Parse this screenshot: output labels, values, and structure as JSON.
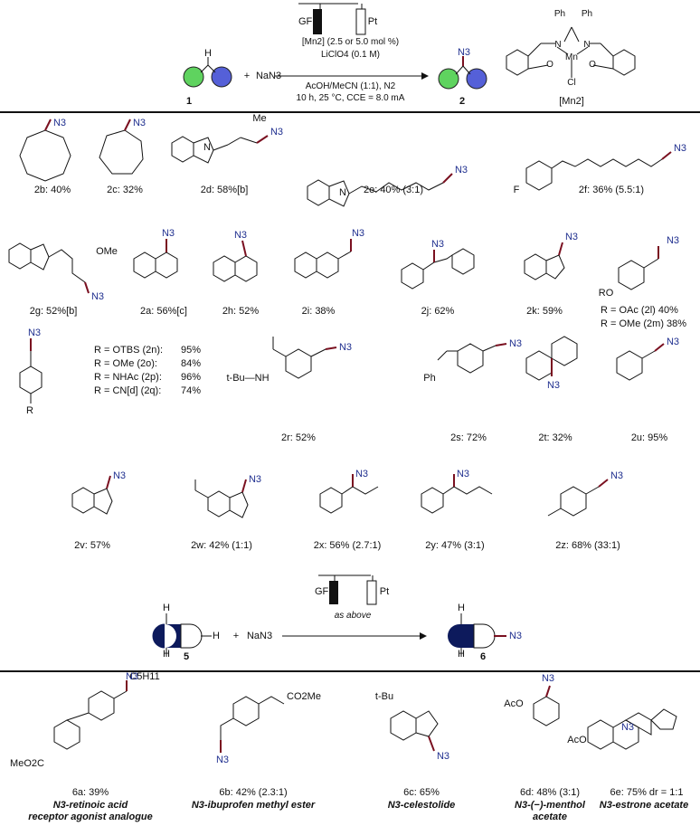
{
  "scheme1": {
    "electrodes": {
      "anode": "GF",
      "cathode": "Pt"
    },
    "cond1": "[Mn2] (2.5 or 5.0 mol %)",
    "cond2": "LiClO4 (0.1 M)",
    "cond3": "AcOH/MeCN (1:1), N2",
    "cond4": "10 h, 25 °C, CCE = 8.0 mA",
    "reagent": "NaN3",
    "plus": "+",
    "sm_label": "1",
    "prod_label": "2",
    "catalyst_label": "[Mn2]",
    "catalyst_atoms": {
      "ph1": "Ph",
      "ph2": "Ph",
      "n1": "N",
      "n2": "N",
      "mn": "Mn",
      "o1": "O",
      "o2": "O",
      "cl": "Cl"
    }
  },
  "products": [
    {
      "id": "2b",
      "text": "2b: 40%"
    },
    {
      "id": "2c",
      "text": "2c: 32%"
    },
    {
      "id": "2d",
      "text": "2d: 58%[b]"
    },
    {
      "id": "2e",
      "text": "2e: 40% (3:1)"
    },
    {
      "id": "2f",
      "text": "2f: 36% (5.5:1)"
    },
    {
      "id": "2g",
      "text": "2g: 52%[b]"
    },
    {
      "id": "2a",
      "text": "2a: 56%[c]"
    },
    {
      "id": "2h",
      "text": "2h: 52%"
    },
    {
      "id": "2i",
      "text": "2i: 38%"
    },
    {
      "id": "2j",
      "text": "2j: 62%"
    },
    {
      "id": "2k",
      "text": "2k: 59%"
    },
    {
      "id": "2r",
      "text": "2r: 52%"
    },
    {
      "id": "2s",
      "text": "2s: 72%"
    },
    {
      "id": "2t",
      "text": "2t: 32%"
    },
    {
      "id": "2u",
      "text": "2u: 95%"
    },
    {
      "id": "2v",
      "text": "2v: 57%"
    },
    {
      "id": "2w",
      "text": "2w: 42% (1:1)"
    },
    {
      "id": "2x",
      "text": "2x: 56% (2.7:1)"
    },
    {
      "id": "2y",
      "text": "2y: 47% (3:1)"
    },
    {
      "id": "2z",
      "text": "2z: 68% (33:1)"
    }
  ],
  "r_groups_lm": [
    "R = OAc (2l)  40%",
    "R = OMe (2m) 38%"
  ],
  "r_groups_nq": [
    {
      "r": "R = OTBS (2n):",
      "y": "95%"
    },
    {
      "r": "R = OMe (2o):",
      "y": "84%"
    },
    {
      "r": "R = NHAc (2p):",
      "y": "96%"
    },
    {
      "r": "R = CN[d] (2q):",
      "y": "74%"
    }
  ],
  "scheme2": {
    "electrodes": {
      "anode": "GF",
      "cathode": "Pt"
    },
    "cond": "as above",
    "reagent": "NaN3",
    "plus": "+",
    "sm_label": "5",
    "prod_label": "6"
  },
  "late_stage": [
    {
      "id": "6a",
      "text": "6a: 39%",
      "name1": "N3-retinoic acid",
      "name2": "receptor agonist analogue"
    },
    {
      "id": "6b",
      "text": "6b: 42% (2.3:1)",
      "name1": "N3-ibuprofen methyl ester",
      "name2": ""
    },
    {
      "id": "6c",
      "text": "6c: 65%",
      "name1": "N3-celestolide",
      "name2": ""
    },
    {
      "id": "6d",
      "text": "6d: 48% (3:1)",
      "name1": "N3-(−)-menthol",
      "name2": "acetate"
    },
    {
      "id": "6e",
      "text": "6e: 75% dr = 1:1",
      "name1": "N3-estrone acetate",
      "name2": ""
    }
  ],
  "atom_labels": {
    "n3": "N3",
    "me": "Me",
    "h": "H",
    "o": "O",
    "n": "N",
    "f": "F",
    "ome": "OMe",
    "ro": "RO",
    "r": "R",
    "tbu_nh": "t-Bu—NH",
    "ph": "Ph",
    "c5h11": "C5H11",
    "co2me": "CO2Me",
    "meo2c": "MeO2C",
    "tbu": "t-Bu",
    "aco": "AcO"
  },
  "colors": {
    "azide": "#1f2f8f",
    "bond_highlight": "#7a1020",
    "green_ball": "#5fd35f",
    "blue_ball": "#5560d8",
    "navy": "#0d1a5c",
    "h_green": "#4f9a7a"
  }
}
